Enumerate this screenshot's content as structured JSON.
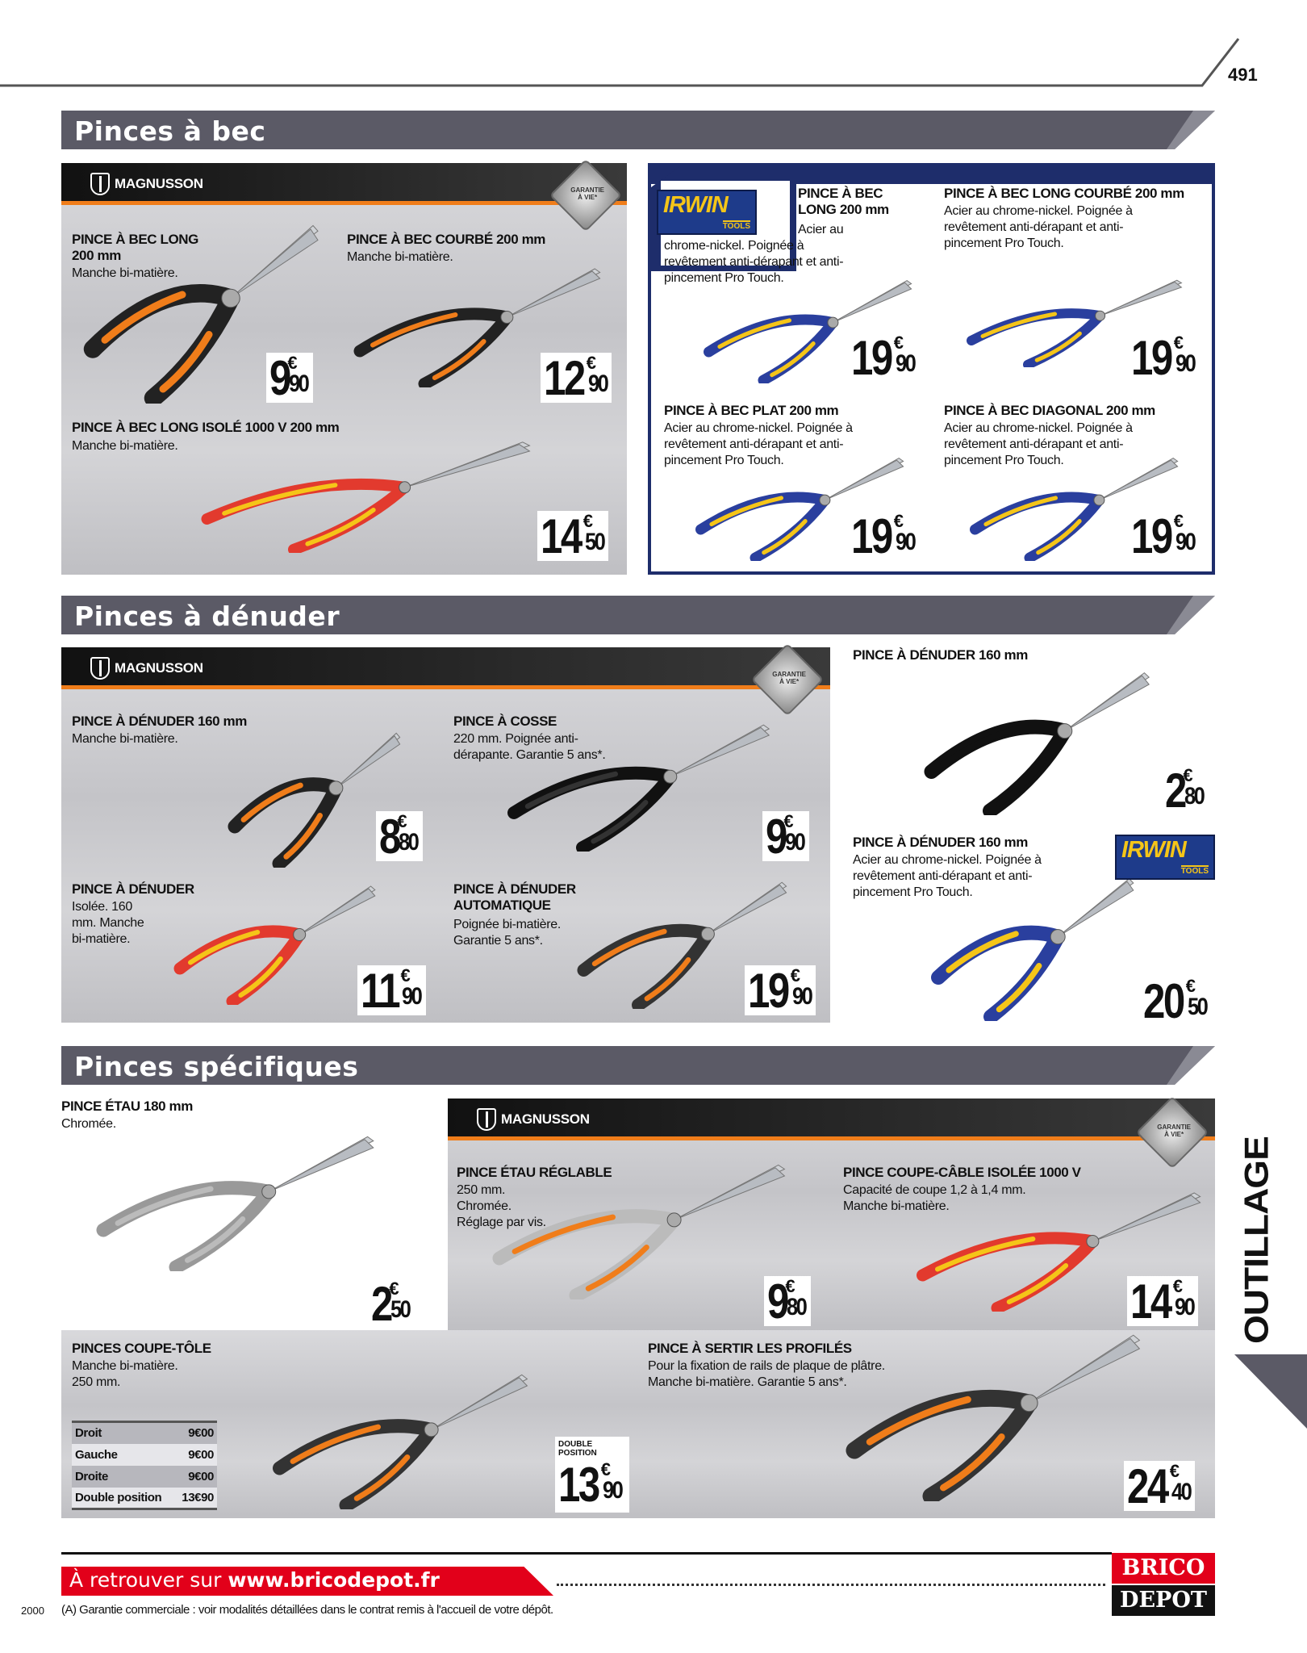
{
  "page_number": "491",
  "side_tab": "OUTILLAGE",
  "brands": {
    "magnusson": "MAGNUSSON",
    "irwin": "IRWIN",
    "irwin_sub": "TOOLS",
    "guarantee": "GARANTIE À VIE*"
  },
  "sections": [
    {
      "title": "Pinces à bec",
      "products": [
        {
          "title": "PINCE À BEC LONG 200 mm",
          "desc": "Manche bi-matière.",
          "price_int": "9",
          "price_cents": "90"
        },
        {
          "title": "PINCE À BEC COURBÉ 200 mm",
          "desc": "Manche bi-matière.",
          "price_int": "12",
          "price_cents": "90"
        },
        {
          "title": "PINCE À BEC LONG ISOLÉ 1000 V 200 mm",
          "desc": "Manche bi-matière.",
          "price_int": "14",
          "price_cents": "50"
        },
        {
          "title": "PINCE À BEC LONG 200 mm",
          "desc": "Acier au chrome-nickel. Poignée à revêtement anti-dérapant et anti-pincement Pro Touch.",
          "price_int": "19",
          "price_cents": "90"
        },
        {
          "title": "PINCE À BEC LONG COURBÉ 200 mm",
          "desc": "Acier au chrome-nickel. Poignée à revêtement anti-dérapant et anti-pincement Pro Touch.",
          "price_int": "19",
          "price_cents": "90"
        },
        {
          "title": "PINCE À BEC PLAT 200 mm",
          "desc": "Acier au chrome-nickel. Poignée à revêtement anti-dérapant et anti-pincement Pro Touch.",
          "price_int": "19",
          "price_cents": "90"
        },
        {
          "title": "PINCE À BEC DIAGONAL 200 mm",
          "desc": "Acier au chrome-nickel. Poignée à revêtement anti-dérapant et anti-pincement Pro Touch.",
          "price_int": "19",
          "price_cents": "90"
        }
      ]
    },
    {
      "title": "Pinces à dénuder",
      "products": [
        {
          "title": "PINCE À DÉNUDER 160 mm",
          "desc": "Manche bi-matière.",
          "price_int": "8",
          "price_cents": "80"
        },
        {
          "title": "PINCE À COSSE",
          "desc": "220 mm. Poignée anti-dérapante. Garantie 5 ans*.",
          "price_int": "9",
          "price_cents": "90"
        },
        {
          "title": "PINCE À DÉNUDER",
          "desc": "Isolée. 160 mm. Manche bi-matière.",
          "price_int": "11",
          "price_cents": "90"
        },
        {
          "title": "PINCE À DÉNUDER AUTOMATIQUE",
          "desc": "Poignée bi-matière. Garantie 5 ans*.",
          "price_int": "19",
          "price_cents": "90"
        },
        {
          "title": "PINCE À DÉNUDER 160 mm",
          "desc": "",
          "price_int": "2",
          "price_cents": "80"
        },
        {
          "title": "PINCE À DÉNUDER 160 mm",
          "desc": "Acier au chrome-nickel. Poignée à revêtement anti-dérapant et anti-pincement Pro Touch.",
          "price_int": "20",
          "price_cents": "50"
        }
      ]
    },
    {
      "title": "Pinces spécifiques",
      "products": [
        {
          "title": "PINCE ÉTAU 180 mm",
          "desc": "Chromée.",
          "price_int": "2",
          "price_cents": "50"
        },
        {
          "title": "PINCE ÉTAU RÉGLABLE",
          "desc": "250 mm. Chromée. Réglage par vis.",
          "price_int": "9",
          "price_cents": "80"
        },
        {
          "title": "PINCE COUPE-CÂBLE ISOLÉE 1000 V",
          "desc": "Capacité de coupe 1,2 à 1,4 mm. Manche bi-matière.",
          "price_int": "14",
          "price_cents": "90"
        },
        {
          "title": "PINCES COUPE-TÔLE",
          "desc": "Manche bi-matière. 250 mm.",
          "price_int": "13",
          "price_cents": "90",
          "price_label": "DOUBLE POSITION",
          "variants": [
            {
              "name": "Droit",
              "price": "9€00"
            },
            {
              "name": "Gauche",
              "price": "9€00"
            },
            {
              "name": "Droite",
              "price": "9€00"
            },
            {
              "name": "Double position",
              "price": "13€90"
            }
          ]
        },
        {
          "title": "PINCE À SERTIR LES PROFILÉS",
          "desc": "Pour la fixation de rails de plaque de plâtre. Manche bi-matière. Garantie 5 ans*.",
          "price_int": "24",
          "price_cents": "40"
        }
      ]
    }
  ],
  "currency": "€",
  "footer": {
    "banner_prefix": "À retrouver sur ",
    "banner_url": "www.bricodepot.fr",
    "note": "(A) Garantie commerciale : voir modalités détaillées dans le contrat remis à l'accueil de votre dépôt.",
    "page_ref": "2000",
    "logo_top": "BRICO",
    "logo_bottom": "DEPOT"
  }
}
